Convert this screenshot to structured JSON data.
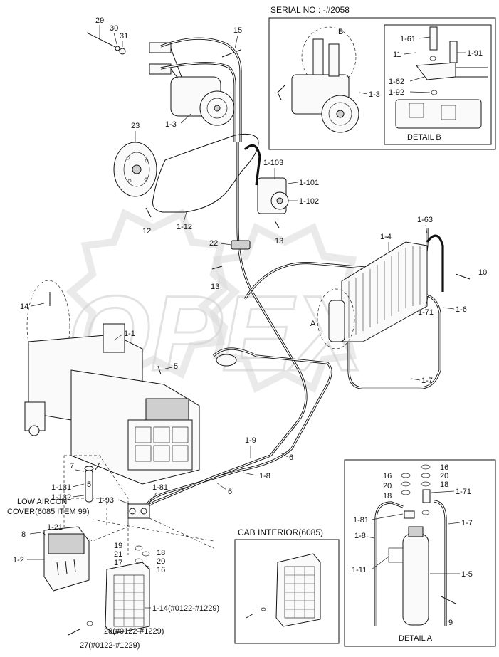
{
  "header": {
    "serial_no": "SERIAL NO : -#2058",
    "detail_b_title": "DETAIL B",
    "detail_a_title": "DETAIL A",
    "cab_interior_title": "CAB INTERIOR(6085)",
    "low_aircon_note_1": "LOW AIRCON",
    "low_aircon_note_2": "COVER(6085 ITEM 99)",
    "detail_a_marker": "A",
    "detail_b_marker": "B"
  },
  "watermark": {
    "text": "OPEX",
    "color": "#d0d0d0"
  },
  "callouts": {
    "c29": "29",
    "c30": "30",
    "c31": "31",
    "c15": "15",
    "c1_3_main": "1-3",
    "c23": "23",
    "c12": "12",
    "c1_12": "1-12",
    "c1_103": "1-103",
    "c1_101": "1-101",
    "c1_102": "1-102",
    "c13_upper": "13",
    "c22": "22",
    "c13_lower": "13",
    "c1_63": "1-63",
    "c1_4": "1-4",
    "c10": "10",
    "c1_71_main": "1-71",
    "c1_6": "1-6",
    "c1_7_main": "1-7",
    "c14": "14",
    "c1_1": "1-1",
    "c5_upper": "5",
    "c1_9": "1-9",
    "c6_upper": "6",
    "c1_8_main": "1-8",
    "c6_lower": "6",
    "c7": "7",
    "c5_lower": "5",
    "c1_131": "1-131",
    "c1_132": "1-132",
    "c1_93": "1-93",
    "c1_81_main": "1-81",
    "c8": "8",
    "c1_21": "1-21",
    "c1_2": "1-2",
    "c19": "19",
    "c21": "21",
    "c17": "17",
    "c18_main": "18",
    "c20_main": "20",
    "c16_main": "16",
    "c1_14": "1-14(#0122-#1229)",
    "c28": "28(#0122-#1229)",
    "c27": "27(#0122-#1229)",
    "c1_61": "1-61",
    "c11": "11",
    "c1_91": "1-91",
    "c1_62": "1-62",
    "c1_92": "1-92",
    "c1_3_serial": "1-3",
    "a16_left": "16",
    "a20_left": "20",
    "a18_left": "18",
    "a16_right": "16",
    "a20_right": "20",
    "a18_right": "18",
    "a1_71": "1-71",
    "a1_81": "1-81",
    "a1_7": "1-7",
    "a1_8": "1-8",
    "a1_11": "1-11",
    "a1_5": "1-5",
    "a9": "9"
  }
}
